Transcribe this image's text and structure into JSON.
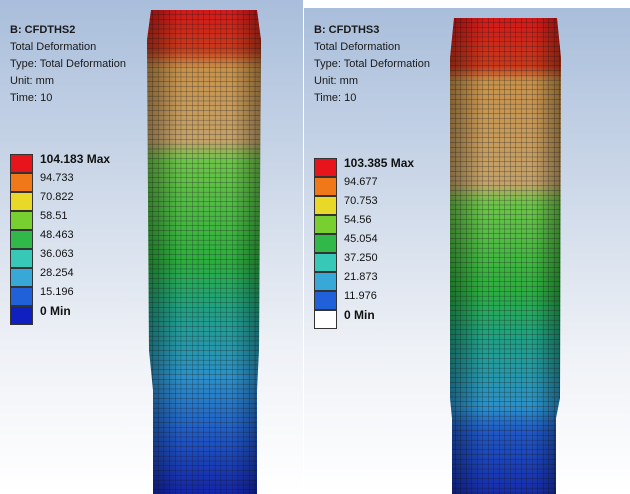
{
  "panels": [
    {
      "title": "B: CFDTHS2",
      "result": "Total Deformation",
      "type": "Type: Total Deformation",
      "unit": "Unit: mm",
      "time": "Time: 10",
      "legend": [
        {
          "label": "104.183 Max",
          "color": "#e8141c"
        },
        {
          "label": "94.733",
          "color": "#f07818"
        },
        {
          "label": "70.822",
          "color": "#e8d828"
        },
        {
          "label": "58.51",
          "color": "#78d030"
        },
        {
          "label": "48.463",
          "color": "#30b848"
        },
        {
          "label": "36.063",
          "color": "#38c8b8"
        },
        {
          "label": "28.254",
          "color": "#38a8d8"
        },
        {
          "label": "15.196",
          "color": "#2060d8"
        },
        {
          "label": "0 Min",
          "color": "#1020c0"
        }
      ]
    },
    {
      "title": "B: CFDTHS3",
      "result": "Total Deformation",
      "type": "Type: Total Deformation",
      "unit": "Unit: mm",
      "time": "Time: 10",
      "legend": [
        {
          "label": "103.385 Max",
          "color": "#e8141c"
        },
        {
          "label": "94.677",
          "color": "#f07818"
        },
        {
          "label": "70.753",
          "color": "#e8d828"
        },
        {
          "label": "54.56",
          "color": "#78d030"
        },
        {
          "label": "45.054",
          "color": "#30b848"
        },
        {
          "label": "37.250",
          "color": "#38c8b8"
        },
        {
          "label": "21.873",
          "color": "#38a8d8"
        },
        {
          "label": "11.976",
          "color": "#2060d8"
        },
        {
          "label": "0 Min",
          "color": "#ffffff"
        }
      ]
    }
  ]
}
